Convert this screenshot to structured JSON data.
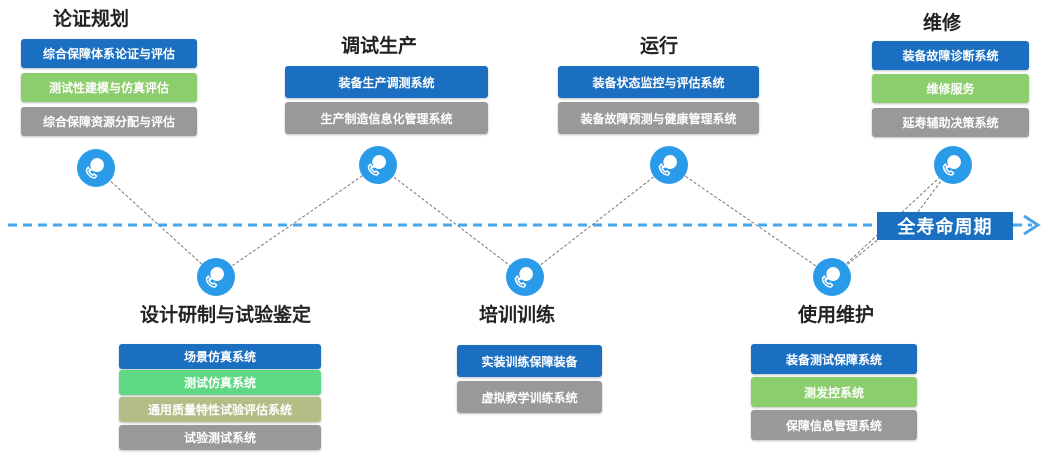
{
  "colors": {
    "blue": "#1a6fc1",
    "green": "#8ccd6d",
    "bright_green": "#5ed882",
    "olive": "#b2be86",
    "gray": "#999999",
    "node": "#2a9be9",
    "arrow": "#4aa5ea",
    "connector": "#777777"
  },
  "timeline": {
    "label": "全寿命周期"
  },
  "stages": [
    {
      "title": "论证规划",
      "systems": [
        {
          "label": "综合保障体系论证与评估",
          "color": "blue"
        },
        {
          "label": "测试性建模与仿真评估",
          "color": "green"
        },
        {
          "label": "综合保障资源分配与评估",
          "color": "gray"
        }
      ]
    },
    {
      "title": "设计研制与试验鉴定",
      "systems": [
        {
          "label": "场景仿真系统",
          "color": "blue"
        },
        {
          "label": "测试仿真系统",
          "color": "bright_green"
        },
        {
          "label": "通用质量特性试验评估系统",
          "color": "olive"
        },
        {
          "label": "试验测试系统",
          "color": "gray"
        }
      ]
    },
    {
      "title": "调试生产",
      "systems": [
        {
          "label": "装备生产调测系统",
          "color": "blue"
        },
        {
          "label": "生产制造信息化管理系统",
          "color": "gray"
        }
      ]
    },
    {
      "title": "培训训练",
      "systems": [
        {
          "label": "实装训练保障装备",
          "color": "blue"
        },
        {
          "label": "虚拟教学训练系统",
          "color": "gray"
        }
      ]
    },
    {
      "title": "运行",
      "systems": [
        {
          "label": "装备状态监控与评估系统",
          "color": "blue"
        },
        {
          "label": "装备故障预测与健康管理系统",
          "color": "gray"
        }
      ]
    },
    {
      "title": "使用维护",
      "systems": [
        {
          "label": "装备测试保障系统",
          "color": "blue"
        },
        {
          "label": "测发控系统",
          "color": "green"
        },
        {
          "label": "保障信息管理系统",
          "color": "gray"
        }
      ]
    },
    {
      "title": "维修",
      "systems": [
        {
          "label": "装备故障诊断系统",
          "color": "blue"
        },
        {
          "label": "维修服务",
          "color": "green"
        },
        {
          "label": "延寿辅助决策系统",
          "color": "gray"
        }
      ]
    }
  ]
}
